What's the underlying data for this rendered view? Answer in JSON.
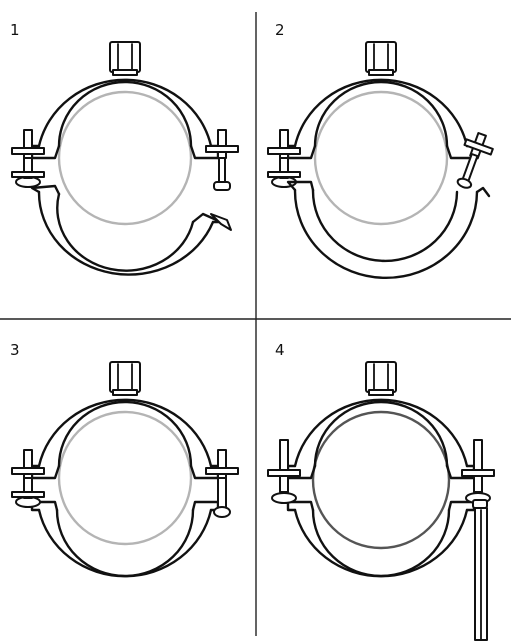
{
  "colors": {
    "ink": "#111111",
    "pipe_outline": "#b4b4b4",
    "background": "#ffffff"
  },
  "panels": [
    {
      "label": "1",
      "state": "clamp-open-lower-half-detached",
      "pipe_seated": false
    },
    {
      "label": "2",
      "state": "lower-half-hinged-closing",
      "pipe_seated": false
    },
    {
      "label": "3",
      "state": "clamp-closed-bolts-loose",
      "pipe_seated": false
    },
    {
      "label": "4",
      "state": "clamp-tightened-with-tool",
      "pipe_seated": true
    }
  ]
}
